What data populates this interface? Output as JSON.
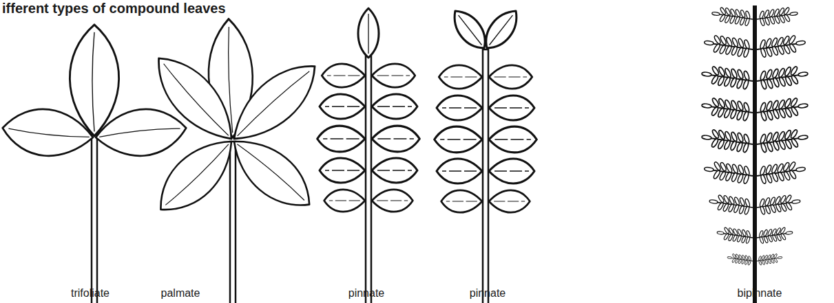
{
  "diagram": {
    "title": "ifferent types of compound leaves",
    "labels": [
      "trifoliate",
      "palmate",
      "pinnate",
      "pinnate",
      "bipinnate"
    ]
  }
}
